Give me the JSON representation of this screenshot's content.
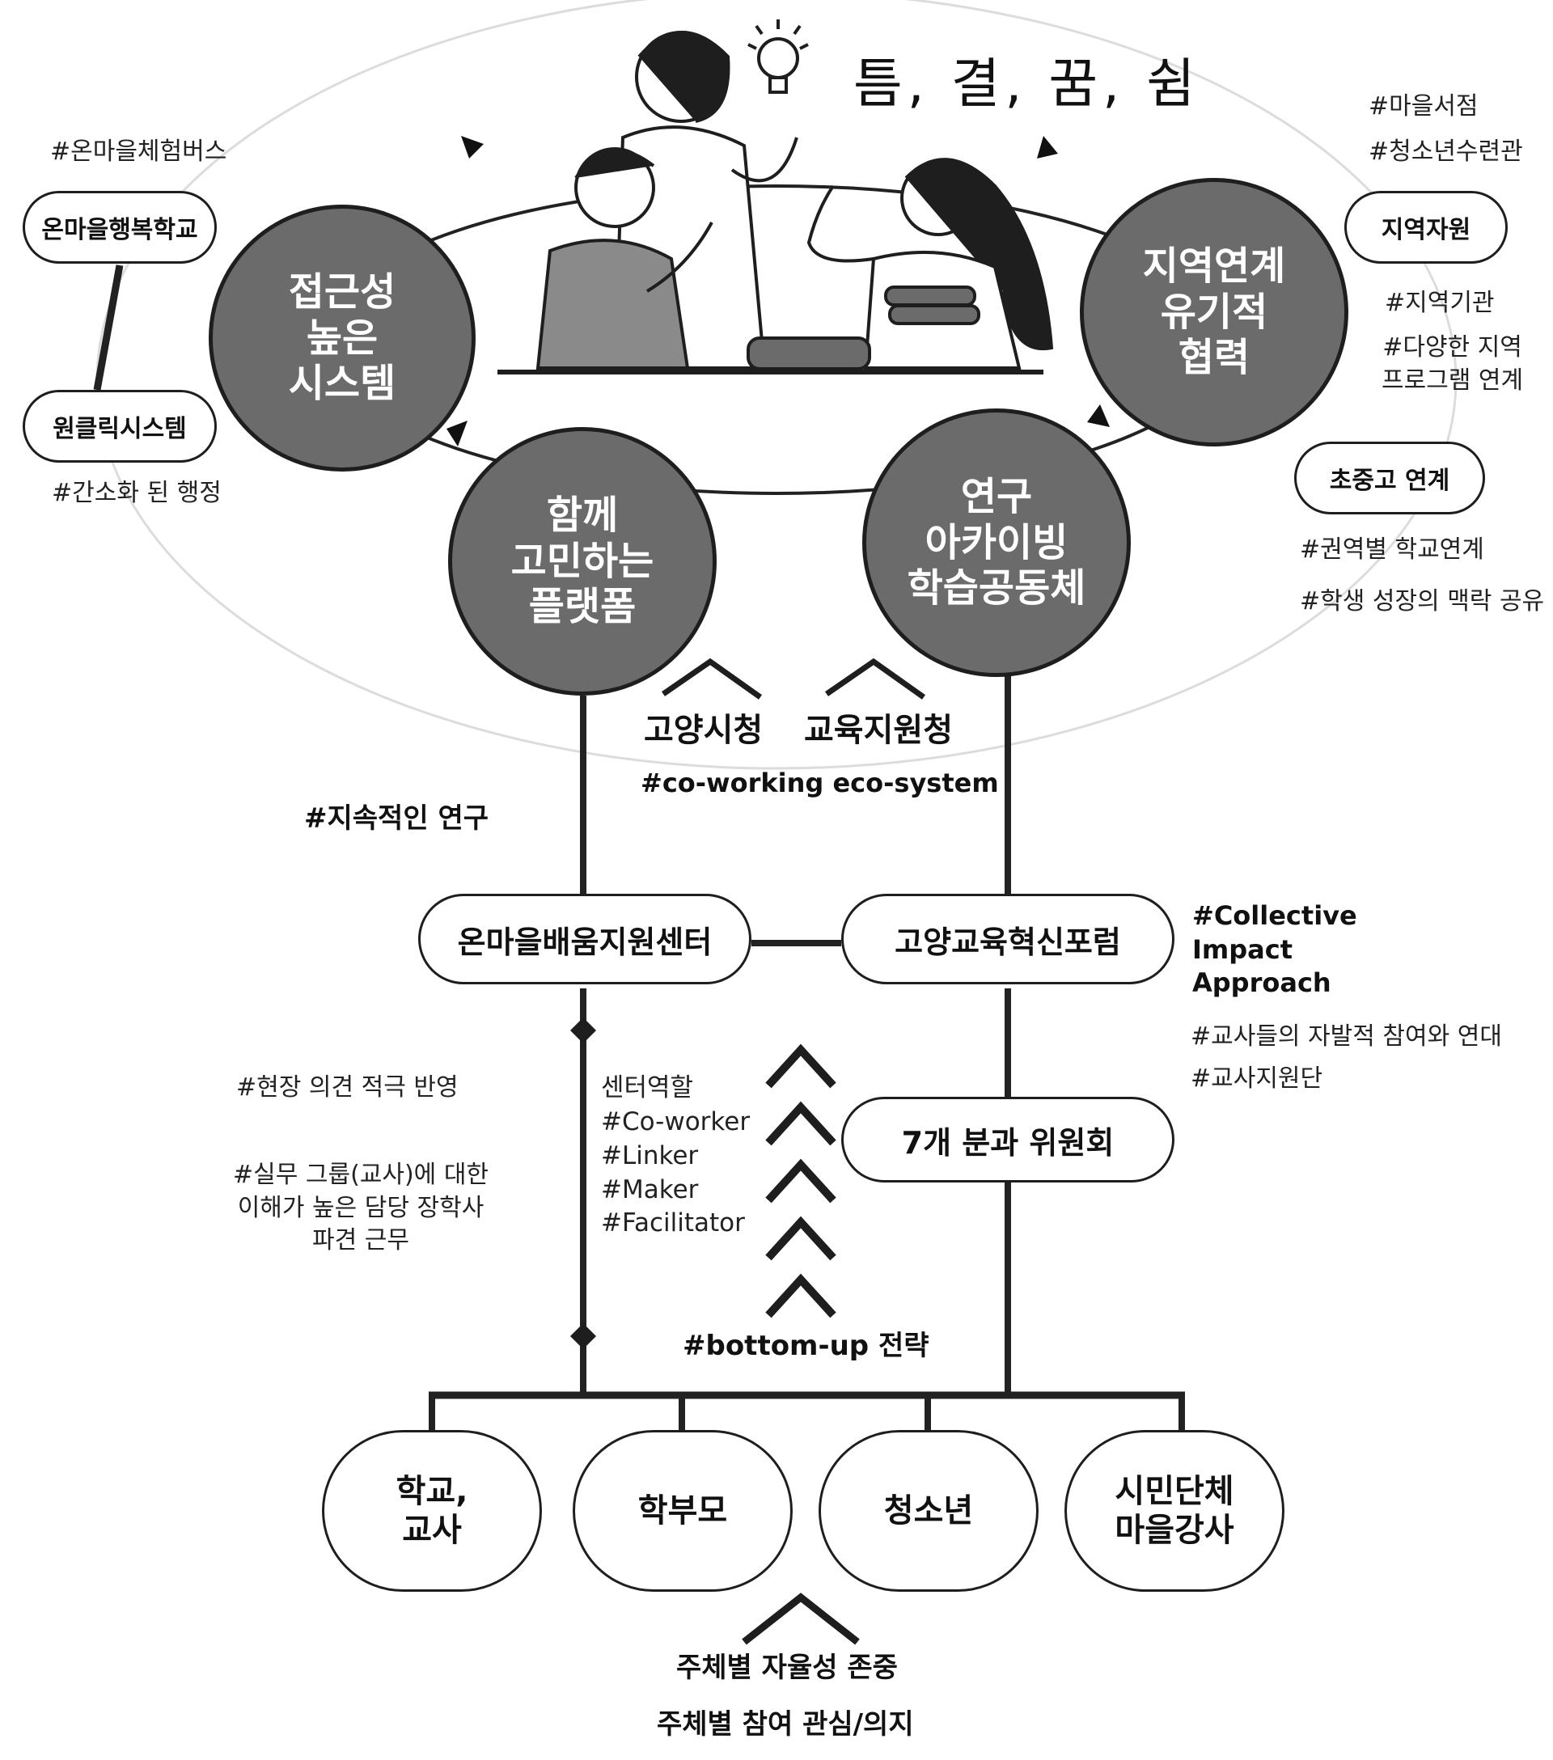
{
  "title": "틈, 결, 꿈, 쉼",
  "circles": {
    "access": "접근성\n높은\n시스템",
    "region": "지역연계\n유기적\n협력",
    "platform": "함께\n고민하는\n플랫폼",
    "research": "연구\n아카이빙\n학습공동체"
  },
  "left_tags": {
    "bus": "#온마을체험버스",
    "school_pill": "온마을행복학교",
    "oneclick_pill": "원클릭시스템",
    "admin": "#간소화 된 행정"
  },
  "right_tags": {
    "bookstore": "#마을서점",
    "youth_center": "#청소년수련관",
    "region_pill": "지역자원",
    "agency": "#지역기관",
    "programs": "#다양한 지역\n프로그램 연계",
    "school_link_pill": "초중고 연계",
    "zone": "#권역별 학교연계",
    "growth": "#학생 성장의 맥락 공유"
  },
  "agencies": {
    "city": "고양시청",
    "edu": "교육지원청",
    "cowork": "#co-working eco-system"
  },
  "sustain": "#지속적인 연구",
  "center_pill": "온마을배움지원센터",
  "forum_pill": "고양교육혁신포럼",
  "collective": "#Collective\nImpact\nApproach",
  "teachers_tag": "#교사들의 자발적 참여와 연대",
  "teacher_support": "#교사지원단",
  "committee_pill": "7개 분과 위원회",
  "field_opinion": "#현장 의견 적극 반영",
  "dispatch": "#실무 그룹(교사)에 대한\n이해가 높은 담당 장학사\n파견 근무",
  "center_roles": "센터역할\n#Co-worker\n#Linker\n#Maker\n#Facilitator",
  "bottom_up": "#bottom-up 전략",
  "stakeholders": {
    "school": "학교,\n교사",
    "parents": "학부모",
    "youth": "청소년",
    "civic": "시민단체\n마을강사"
  },
  "footer": {
    "line1": "주체별 자율성 존중",
    "line2": "주체별 참여 관심/의지"
  }
}
